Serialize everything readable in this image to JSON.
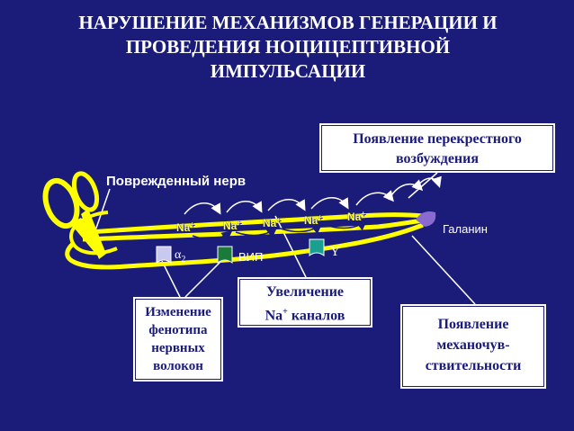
{
  "title": {
    "line1": "НАРУШЕНИЕ МЕХАНИЗМОВ ГЕНЕРАЦИИ И",
    "line2": "ПРОВЕДЕНИЯ НОЦИЦЕПТИВНОЙ",
    "line3": "ИМПУЛЬСАЦИИ"
  },
  "labels": {
    "damaged_nerve": "Поврежденный нерв",
    "galanin": "Галанин",
    "vip": "ВИП",
    "y": "Y",
    "alpha": "α",
    "alpha_sub": "2",
    "na": "Na",
    "na_sup": "+"
  },
  "boxes": {
    "cross_excitation": {
      "line1": "Появление перекрестного",
      "line2": "возбуждения"
    },
    "phenotype": {
      "line1": "Изменение",
      "line2": "фенотипа",
      "line3": "нервных",
      "line4": "волокон"
    },
    "na_channels": {
      "line1": "Увеличение",
      "line2_pre": "Na",
      "line2_sup": "+",
      "line2_post": " каналов"
    },
    "mechanosensitivity": {
      "line1": "Появление",
      "line2": "механочув-",
      "line3": "ствительности"
    }
  },
  "colors": {
    "background": "#1b1b7a",
    "nerve": "#ffff00",
    "receptor_lavender": "#c9c8f0",
    "receptor_green": "#1a7a3a",
    "receptor_teal": "#1aa090",
    "receptor_violet": "#8a6ad0"
  }
}
